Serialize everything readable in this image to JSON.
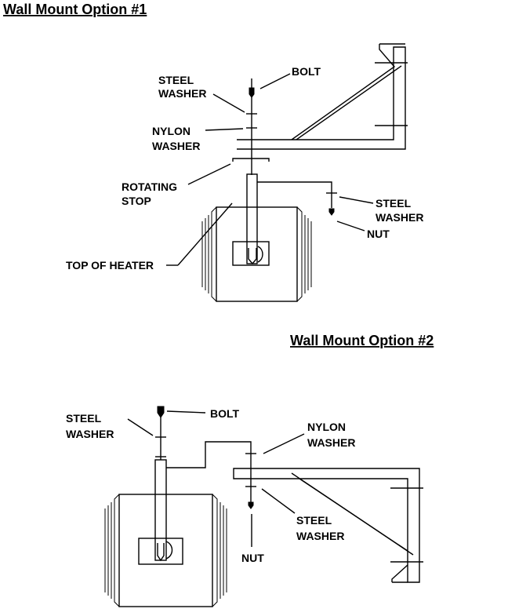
{
  "option1": {
    "title": "Wall Mount Option #1",
    "labels": {
      "bolt": "BOLT",
      "steel_washer_top_1": "STEEL",
      "steel_washer_top_2": "WASHER",
      "nylon_washer_1": "NYLON",
      "nylon_washer_2": "WASHER",
      "rotating_stop_1": "ROTATING",
      "rotating_stop_2": "STOP",
      "steel_washer_right_1": "STEEL",
      "steel_washer_right_2": "WASHER",
      "nut": "NUT",
      "top_of_heater": "TOP OF HEATER"
    }
  },
  "option2": {
    "title": "Wall Mount Option #2",
    "labels": {
      "steel_washer_top_1": "STEEL",
      "steel_washer_top_2": "WASHER",
      "bolt": "BOLT",
      "nylon_washer_1": "NYLON",
      "nylon_washer_2": "WASHER",
      "steel_washer_bottom_1": "STEEL",
      "steel_washer_bottom_2": "WASHER",
      "nut": "NUT"
    }
  }
}
